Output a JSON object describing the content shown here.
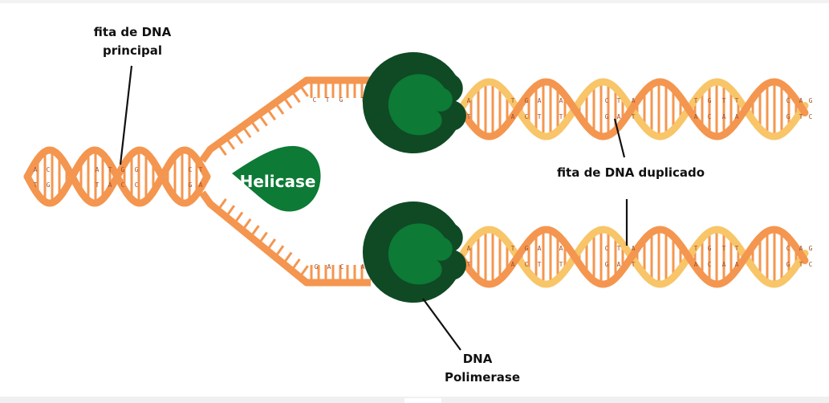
{
  "colors": {
    "orange": "#f4964f",
    "light_orange": "#f8c569",
    "dark_green": "#0f4a24",
    "mid_green": "#0d7a35",
    "black": "#111111"
  },
  "labels": {
    "main_strand_line1": "fita de DNA",
    "main_strand_line2": "principal",
    "helicase": "Helicase",
    "duplicated": "fita de DNA duplicado",
    "polymerase_line1": "DNA",
    "polymerase_line2": "Polimerase"
  },
  "bases": {
    "main_top": [
      "A",
      "C",
      "A",
      "T",
      "G",
      "G",
      "C",
      "T"
    ],
    "main_bottom": [
      "T",
      "G",
      "T",
      "A",
      "C",
      "C",
      "G",
      "A"
    ],
    "fork_top": [
      "C",
      "T",
      "G",
      "T"
    ],
    "fork_bottom": [
      "G",
      "A",
      "C",
      "A"
    ],
    "dup_top_row1": [
      "A",
      "T",
      "G",
      "A",
      "A",
      "C",
      "T",
      "A",
      "T",
      "G",
      "T",
      "T",
      "C",
      "A",
      "G"
    ],
    "dup_top_row2": [
      "T",
      "A",
      "C",
      "T",
      "T",
      "G",
      "A",
      "T",
      "A",
      "C",
      "A",
      "A",
      "G",
      "T",
      "C"
    ],
    "dup_bottom_row1": [
      "A",
      "T",
      "G",
      "A",
      "A",
      "C",
      "T",
      "A",
      "T",
      "G",
      "T",
      "T",
      "C",
      "A",
      "G"
    ],
    "dup_bottom_row2": [
      "T",
      "A",
      "C",
      "T",
      "T",
      "G",
      "A",
      "T",
      "A",
      "C",
      "A",
      "A",
      "G",
      "T",
      "C"
    ]
  }
}
